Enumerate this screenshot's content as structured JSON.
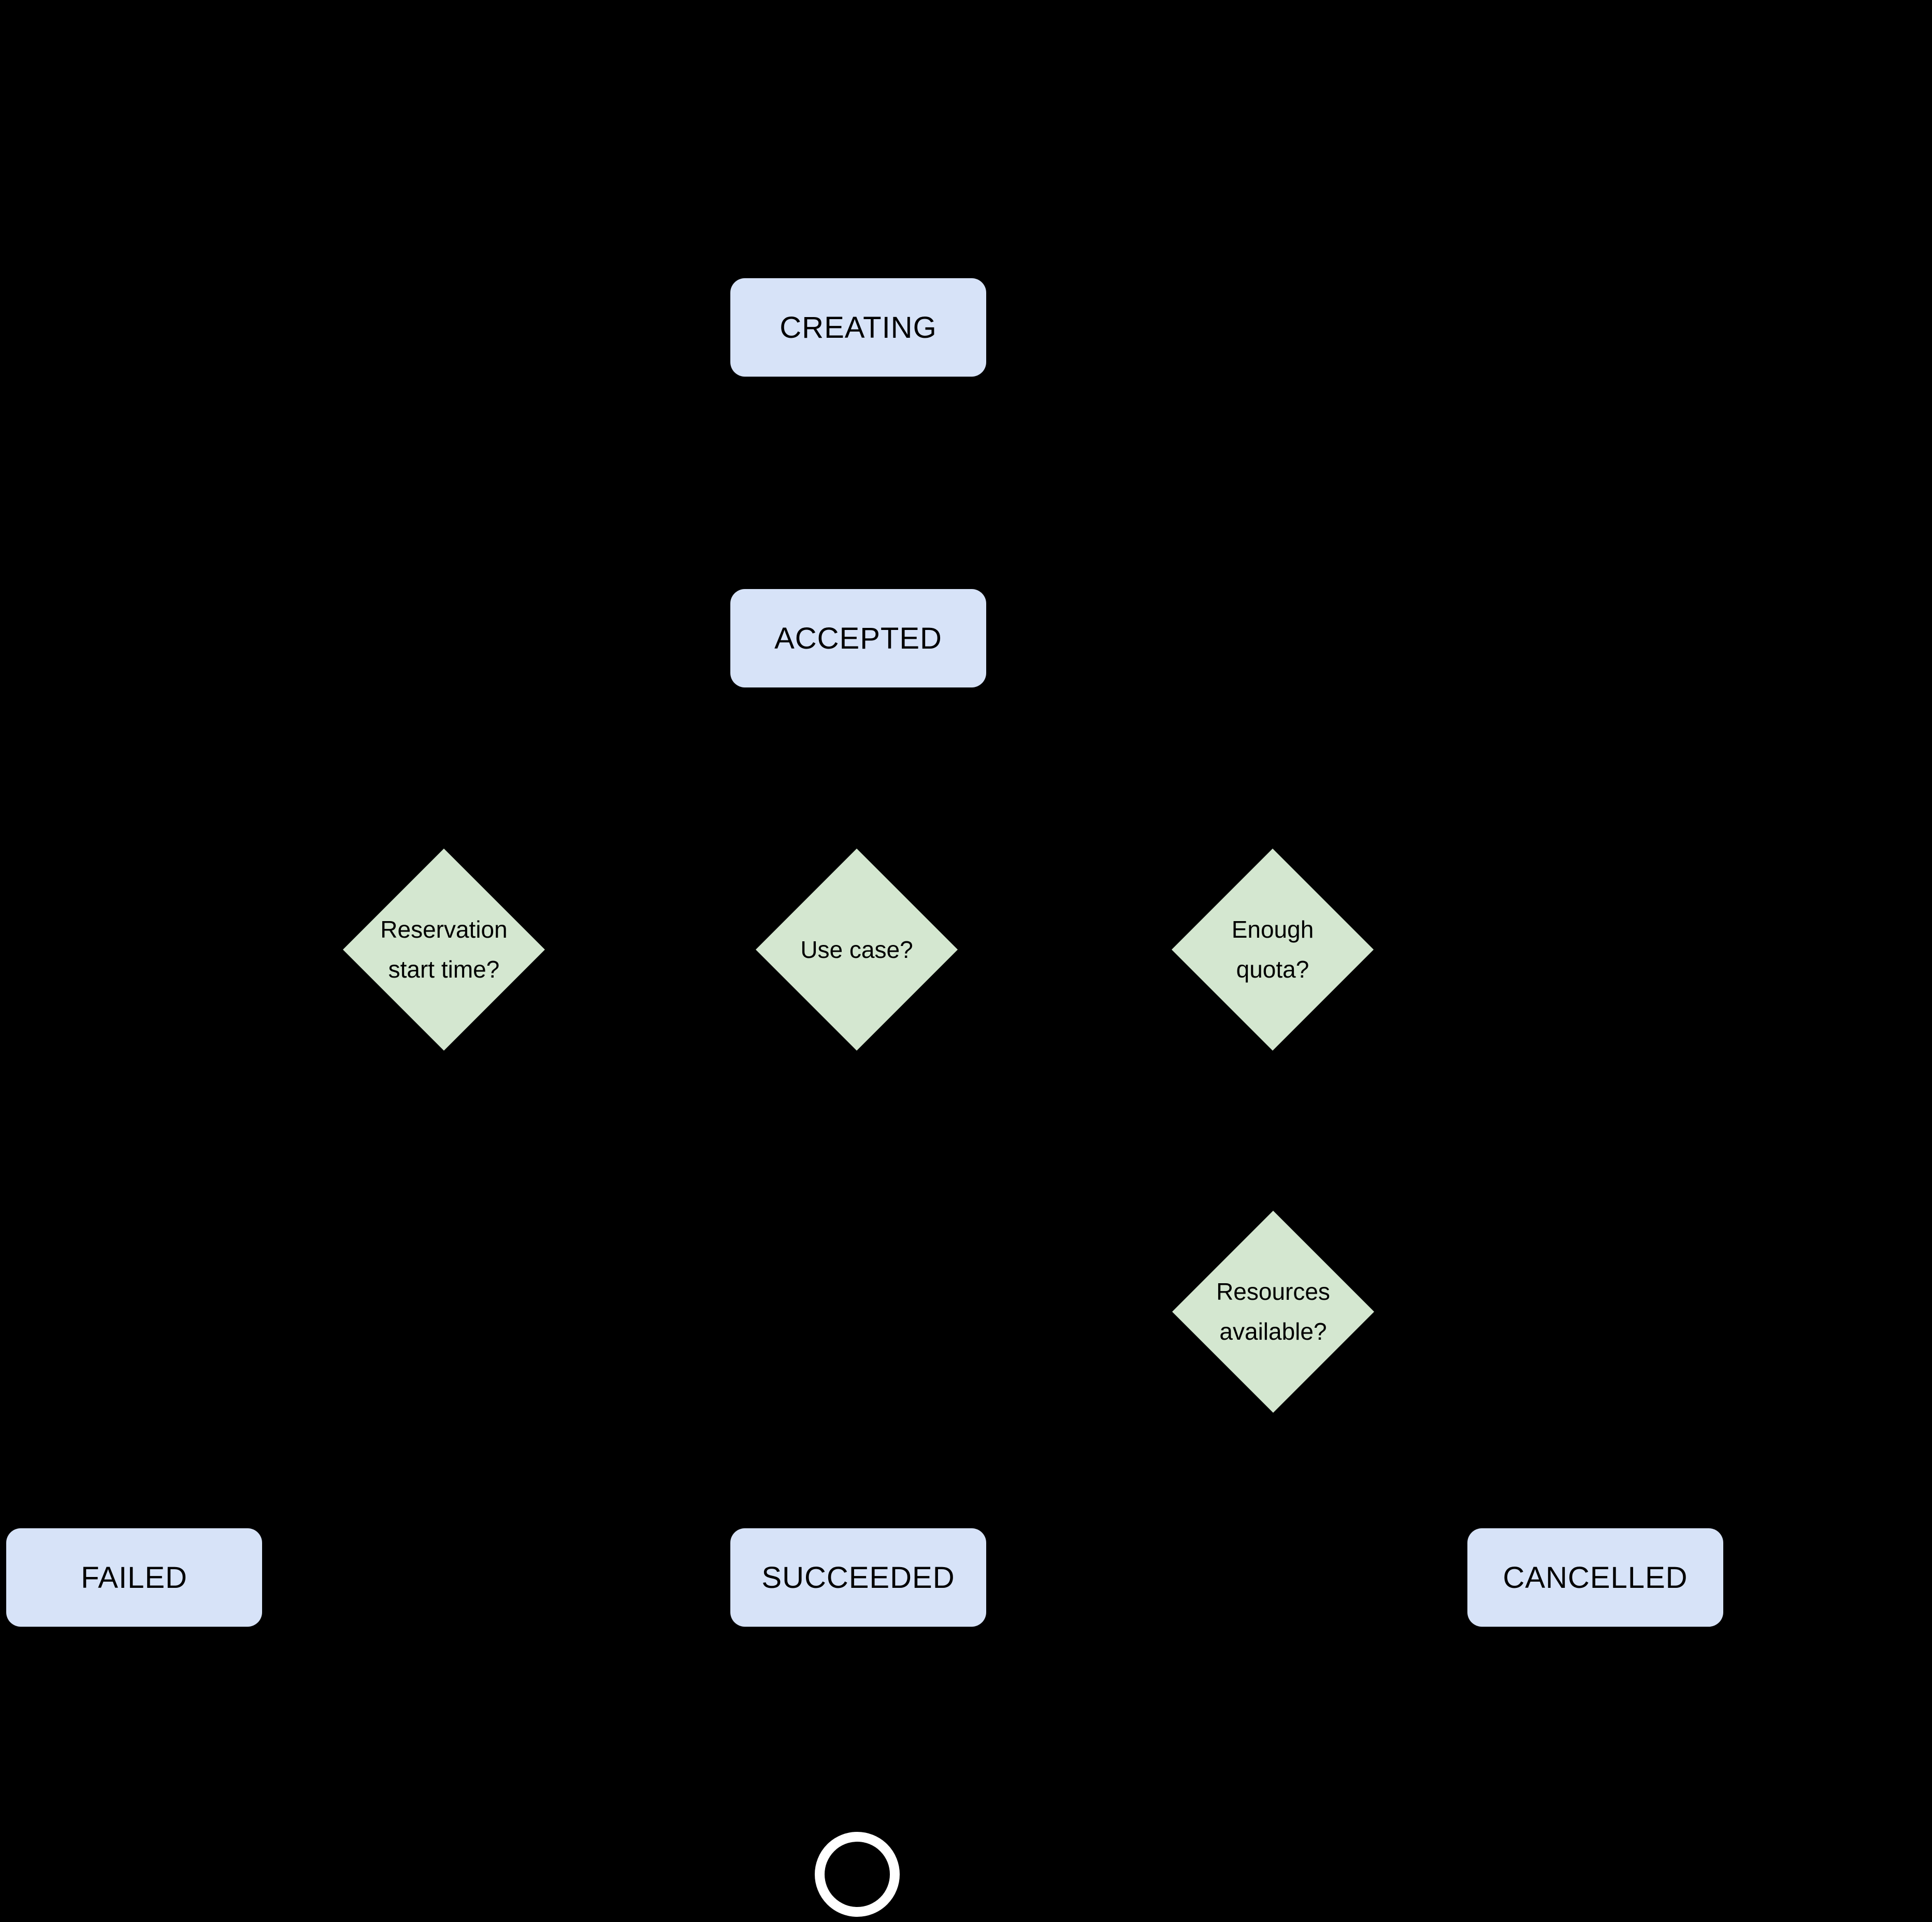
{
  "palette": {
    "canvas_bg": "#000000",
    "state_fill": "#d7e3f8",
    "decision_fill": "#d4e7d0",
    "label_color": "#000000",
    "end_ring": "#ffffff"
  },
  "nodes": {
    "creating": {
      "type": "state",
      "label": "CREATING"
    },
    "accepted": {
      "type": "state",
      "label": "ACCEPTED"
    },
    "reservation_start_time": {
      "type": "decision",
      "lines": [
        "Reservation",
        "start time?"
      ]
    },
    "use_case": {
      "type": "decision",
      "lines": [
        "Use case?"
      ]
    },
    "enough_quota": {
      "type": "decision",
      "lines": [
        "Enough",
        "quota?"
      ]
    },
    "resources_available": {
      "type": "decision",
      "lines": [
        "Resources",
        "available?"
      ]
    },
    "failed": {
      "type": "state",
      "label": "FAILED"
    },
    "succeeded": {
      "type": "state",
      "label": "SUCCEEDED"
    },
    "cancelled": {
      "type": "state",
      "label": "CANCELLED"
    },
    "end_state": {
      "type": "terminal"
    }
  }
}
